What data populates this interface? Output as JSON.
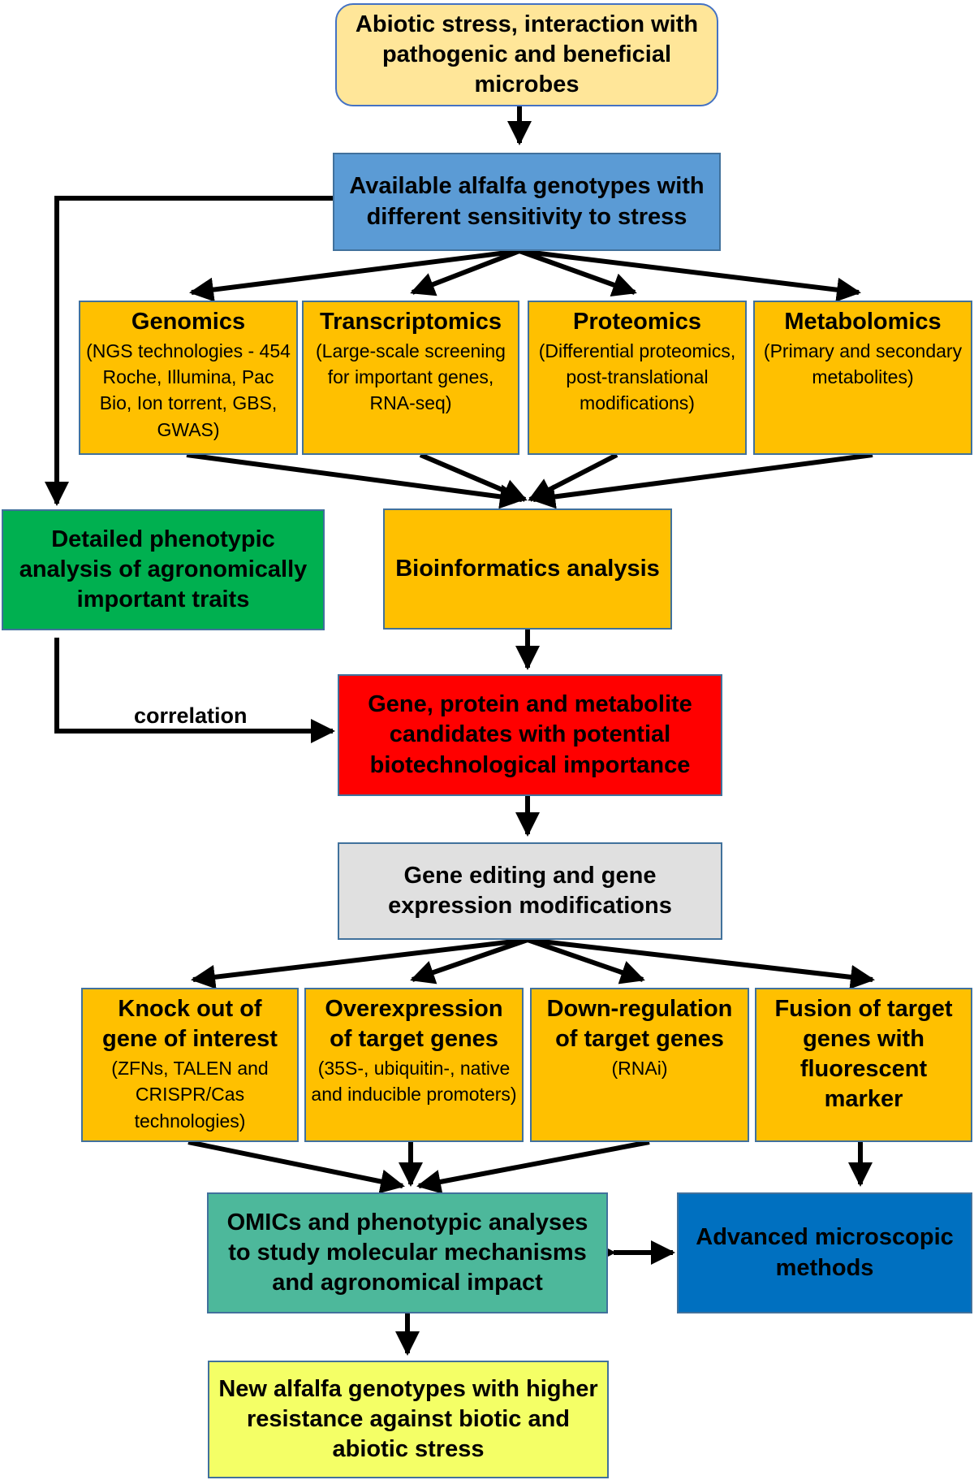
{
  "colors": {
    "yellow_light": "#FFE699",
    "blue_light": "#5B9BD5",
    "orange": "#FFC000",
    "green": "#00B050",
    "red": "#FF0000",
    "gray": "#E0E0E0",
    "teal": "#4DB89B",
    "blue_dark": "#0070C0",
    "yellow_bright": "#F4FF66",
    "border_blue": "#41719C",
    "border_orange": "#BC8C00"
  },
  "nodes": {
    "stress": {
      "text": "Abiotic stress, interaction with pathogenic and beneficial microbes"
    },
    "genotypes": {
      "text": "Available alfalfa genotypes with different sensitivity to stress"
    },
    "genomics": {
      "title": "Genomics",
      "detail": "(NGS technologies - 454 Roche, Illumina, Pac Bio, Ion torrent, GBS, GWAS)"
    },
    "transcriptomics": {
      "title": "Transcriptomics",
      "detail": "(Large-scale screening for important genes, RNA-seq)"
    },
    "proteomics": {
      "title": "Proteomics",
      "detail": "(Differential proteomics, post-translational modifications)"
    },
    "metabolomics": {
      "title": "Metabolomics",
      "detail": "(Primary and secondary metabolites)"
    },
    "phenotypic": {
      "text": "Detailed phenotypic analysis of agronomically important traits"
    },
    "bioinformatics": {
      "text": "Bioinformatics analysis"
    },
    "candidates": {
      "text": "Gene, protein and metabolite candidates with potential biotechnological importance"
    },
    "correlation_label": "correlation",
    "gene_editing": {
      "text": "Gene editing and gene expression modifications"
    },
    "knockout": {
      "title": "Knock out of gene of interest",
      "detail": "(ZFNs, TALEN and CRISPR/Cas technologies)"
    },
    "overexpression": {
      "title": "Overexpression of target genes",
      "detail": "(35S-, ubiquitin-, native and inducible promoters)"
    },
    "downregulation": {
      "title": "Down-regulation of target genes",
      "detail": "(RNAi)"
    },
    "fusion": {
      "title": "Fusion of target genes with fluorescent marker"
    },
    "omics": {
      "text": "OMICs and phenotypic analyses to study molecular mechanisms and agronomical impact"
    },
    "microscopic": {
      "text": "Advanced microscopic methods"
    },
    "new_genotypes": {
      "text": "New alfalfa genotypes with higher resistance against biotic and abiotic stress"
    }
  }
}
